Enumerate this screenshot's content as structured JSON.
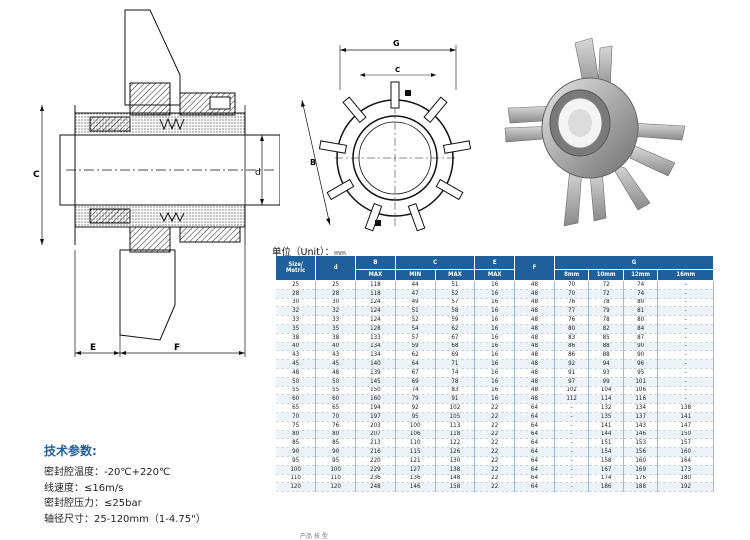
{
  "drawing_labels": {
    "left_c": "C",
    "left_d": "d",
    "left_e": "E",
    "left_f": "F",
    "mid_g": "G",
    "mid_b": "B"
  },
  "unit_label": "单位（Unit）：",
  "unit_value": "mm",
  "table": {
    "headers_top": [
      "Size/\nMetric",
      "d",
      "B",
      "C",
      "E",
      "F",
      "G"
    ],
    "headers_sub": [
      "MAX",
      "MIN",
      "MAX",
      "MAX",
      "8mm",
      "10mm",
      "12mm",
      "16mm"
    ],
    "rows": [
      [
        "25",
        "25",
        "118",
        "44",
        "51",
        "16",
        "48",
        "70",
        "72",
        "74",
        "-"
      ],
      [
        "28",
        "28",
        "118",
        "47",
        "52",
        "16",
        "48",
        "70",
        "72",
        "74",
        "-"
      ],
      [
        "30",
        "30",
        "124",
        "49",
        "57",
        "16",
        "48",
        "76",
        "78",
        "80",
        "-"
      ],
      [
        "32",
        "32",
        "124",
        "51",
        "58",
        "16",
        "48",
        "77",
        "79",
        "81",
        "-"
      ],
      [
        "33",
        "33",
        "124",
        "52",
        "59",
        "16",
        "48",
        "76",
        "78",
        "80",
        "-"
      ],
      [
        "35",
        "35",
        "128",
        "54",
        "62",
        "16",
        "48",
        "80",
        "82",
        "84",
        "-"
      ],
      [
        "38",
        "38",
        "133",
        "57",
        "67",
        "16",
        "48",
        "83",
        "85",
        "87",
        "-"
      ],
      [
        "40",
        "40",
        "134",
        "59",
        "68",
        "16",
        "48",
        "86",
        "88",
        "90",
        "-"
      ],
      [
        "43",
        "43",
        "134",
        "62",
        "69",
        "16",
        "48",
        "86",
        "88",
        "90",
        "-"
      ],
      [
        "45",
        "45",
        "140",
        "64",
        "71",
        "16",
        "48",
        "92",
        "94",
        "96",
        "-"
      ],
      [
        "48",
        "48",
        "139",
        "67",
        "74",
        "16",
        "48",
        "91",
        "93",
        "95",
        "-"
      ],
      [
        "50",
        "50",
        "145",
        "69",
        "78",
        "16",
        "48",
        "97",
        "99",
        "101",
        "-"
      ],
      [
        "55",
        "55",
        "150",
        "74",
        "83",
        "16",
        "48",
        "102",
        "104",
        "106",
        "-"
      ],
      [
        "60",
        "60",
        "160",
        "79",
        "91",
        "16",
        "48",
        "112",
        "114",
        "116",
        "-"
      ],
      [
        "65",
        "65",
        "194",
        "92",
        "102",
        "22",
        "64",
        "-",
        "132",
        "134",
        "138"
      ],
      [
        "70",
        "70",
        "197",
        "95",
        "105",
        "22",
        "64",
        "-",
        "135",
        "137",
        "141"
      ],
      [
        "75",
        "76",
        "203",
        "100",
        "113",
        "22",
        "64",
        "-",
        "141",
        "143",
        "147"
      ],
      [
        "80",
        "80",
        "207",
        "106",
        "118",
        "22",
        "64",
        "-",
        "144",
        "146",
        "150"
      ],
      [
        "85",
        "85",
        "213",
        "110",
        "122",
        "22",
        "64",
        "-",
        "151",
        "153",
        "157"
      ],
      [
        "90",
        "90",
        "216",
        "115",
        "126",
        "22",
        "64",
        "-",
        "154",
        "156",
        "160"
      ],
      [
        "95",
        "95",
        "220",
        "121",
        "130",
        "22",
        "64",
        "-",
        "158",
        "160",
        "164"
      ],
      [
        "100",
        "100",
        "229",
        "127",
        "138",
        "22",
        "64",
        "-",
        "167",
        "169",
        "173"
      ],
      [
        "110",
        "110",
        "236",
        "136",
        "148",
        "22",
        "64",
        "-",
        "174",
        "176",
        "180"
      ],
      [
        "120",
        "120",
        "248",
        "146",
        "158",
        "22",
        "64",
        "-",
        "186",
        "188",
        "192"
      ]
    ]
  },
  "tech": {
    "title": "技术参数:",
    "lines": [
      "密封腔温度：-20℃+220℃",
      "线速度：≤16m/s",
      "密封腔压力：≤25bar",
      "轴径尺寸：25-120mm（1-4.75\"）"
    ]
  },
  "footer_fragment": "产品 技 型"
}
